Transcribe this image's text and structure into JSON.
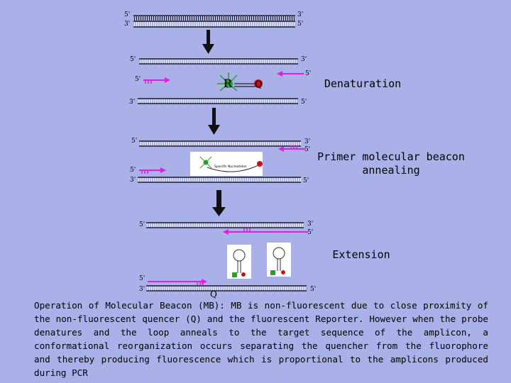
{
  "strand_labels": {
    "top_left_5": "5'",
    "top_left_3": "3'",
    "top_right_3": "3'",
    "top_right_5": "5'",
    "denat_upper_left": "5'",
    "denat_upper_right": "3'",
    "denat_primer_left": "5'",
    "denat_primer_right": "5'",
    "denat_lower_left": "3'",
    "denat_lower_right": "5'",
    "anneal_upper_left": "5'",
    "anneal_upper_right_3": "3'",
    "anneal_upper_right_5": "5'",
    "anneal_lower_left_5": "5'",
    "anneal_lower_left_3": "3'",
    "anneal_lower_right": "5'",
    "ext_upper_left": "5'",
    "ext_upper_right_3": "3'",
    "ext_upper_right_5": "5'",
    "ext_lower_left_5": "5'",
    "ext_lower_left_3": "3'",
    "ext_lower_right": "5'"
  },
  "reporter_label": "R",
  "quencher_label": "Q",
  "bottom_q_label": "Q",
  "beacon_text": "Specific Nucleotides",
  "steps": {
    "denaturation": "Denaturation",
    "annealing": "Primer molecular beacon annealing",
    "extension": "Extension"
  },
  "caption": "Operation of Molecular Beacon (MB): MB is non-fluorescent due to close proximity of the non-fluorescent quencer (Q) and the fluorescent Reporter. However when the probe denatures and the loop anneals to the target sequence of the amplicon, a conformational reorganization occurs separating the quencher from the fluorophore and thereby producing fluorescence which is proportional to the amplicons produced during PCR",
  "colors": {
    "background": "#aab0e8",
    "primer": "#e020e0",
    "reporter": "#2aa02a",
    "quencher": "#cc1010"
  }
}
